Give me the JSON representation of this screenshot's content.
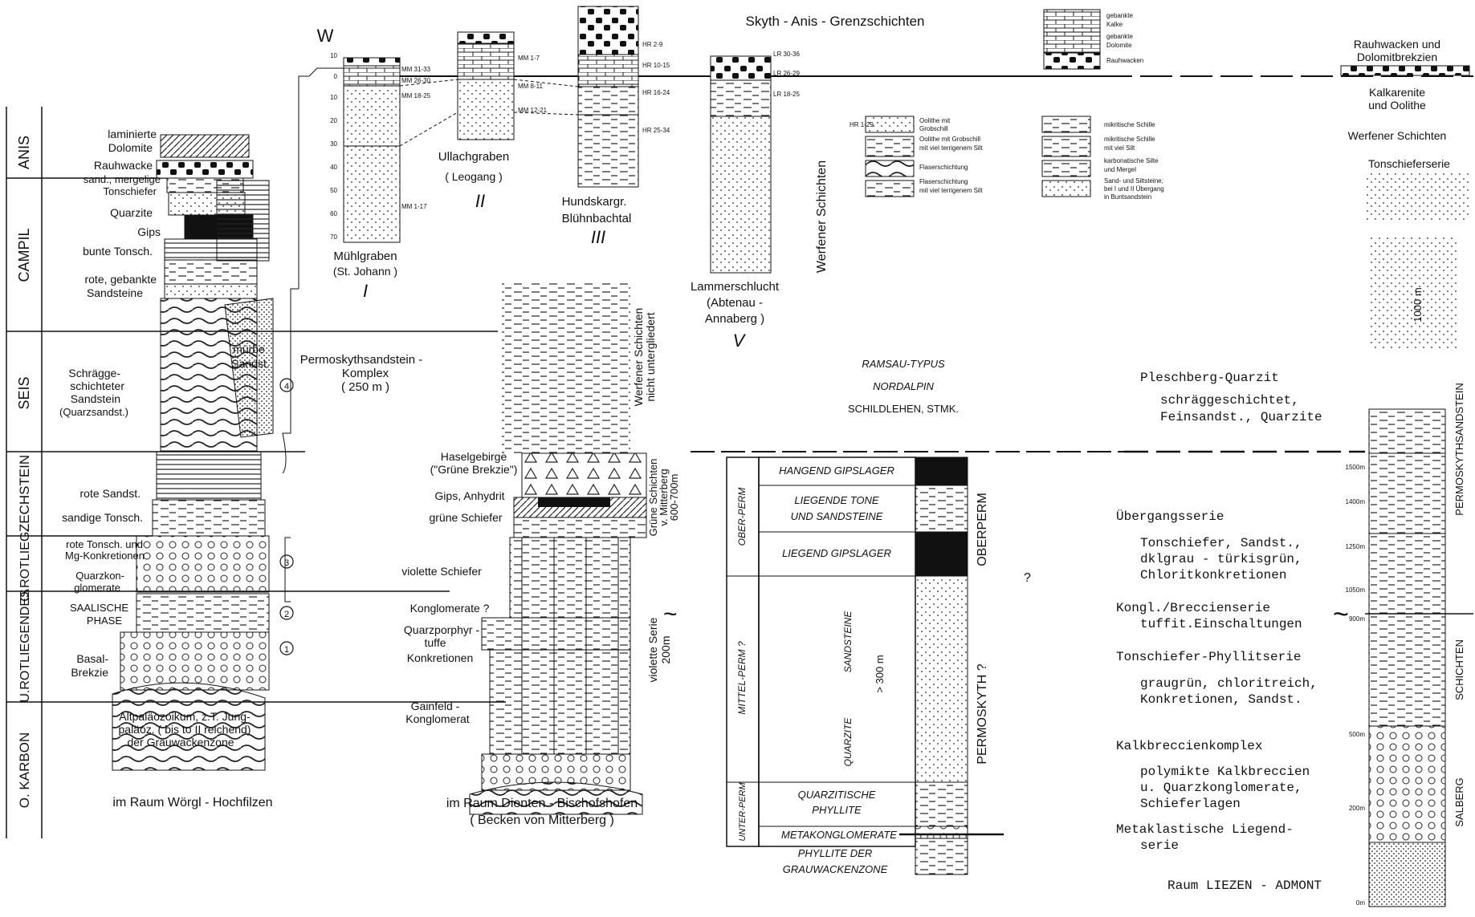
{
  "stages": [
    "ANIS",
    "CAMPIL",
    "SEIS",
    "ZECHSTEIN",
    "O.ROTLIEG.",
    "U.ROTLIEGENDES",
    "O. KARBON"
  ],
  "woergl": {
    "labels": [
      "laminierte",
      "Dolomite",
      "Rauhwacke",
      "sand., mergelige",
      "Tonschiefer",
      "Quarzite",
      "Gips",
      "bunte Tonsch.",
      "rote, gebankte",
      "Sandsteine",
      "Schrägge-",
      "schichteter",
      "Sandstein",
      "(Quarzsandst.)",
      "mürbe",
      "Sandst.",
      "rote Sandst.",
      "sandige Tonsch.",
      "rote Tonsch. und",
      "Mg-Konkretionen",
      "Quarzkon-",
      "glomerate",
      "SAALISCHE",
      "PHASE",
      "Basal-",
      "Brekzie",
      "Altpaläozoikum, z.T. Jung-",
      "paläoz. ( bis to II reichend)",
      "der Grauwackenzone"
    ],
    "caption": "im Raum Wörgl - Hochfilzen",
    "numbers": [
      "4",
      "3",
      "2",
      "1"
    ]
  },
  "middle": {
    "permo_label_1": "Permoskythsandstein -",
    "permo_label_2": "Komplex",
    "permo_label_3": "( 250 m )",
    "labels": [
      "Haselgebirge",
      "(\"Grüne Brekzie\")",
      "Gips, Anhydrit",
      "grüne Schiefer",
      "violette Schiefer",
      "Konglomerate ?",
      "Quarzporphyr -",
      "tuffe",
      "Konkretionen",
      "Gainfeld -",
      "Konglomerat"
    ],
    "side_werfener": [
      "Werfener Schichten",
      "nicht untergliedert"
    ],
    "side_gruene": [
      "Grüne Schichten",
      "v. Mitterberg",
      "600-700m"
    ],
    "side_violette": [
      "violette Serie",
      "200m"
    ],
    "caption_1": "im Raum Dienten - Bischofshofen",
    "caption_2": "( Becken von Mitterberg )"
  },
  "profiles": {
    "header": "Skyth - Anis - Grenzschichten",
    "W": "W",
    "depth_ticks": [
      "10",
      "0",
      "10",
      "20",
      "30",
      "40",
      "50",
      "60",
      "70"
    ],
    "p1": [
      "Mühlgraben",
      "(St. Johann )",
      "I"
    ],
    "p1_samples": [
      "MM 31-33",
      "MM 26-30",
      "MM 18-25",
      "MM 1-17"
    ],
    "p2": [
      "Ullachgraben",
      "( Leogang )",
      "II"
    ],
    "p2_samples": [
      "MM 1-7",
      "MM 8-11",
      "MM 12-21"
    ],
    "p3": [
      "Hundskargr.",
      "Blühnbachtal",
      "III"
    ],
    "p3_samples": [
      "HR 2-9",
      "HR 10-15",
      "HR 16-24",
      "HR 25-34"
    ],
    "p5": [
      "Lammerschlucht",
      "(Abtenau -",
      "Annaberg )",
      "V"
    ],
    "p5_samples": [
      "LR 30-36",
      "LR 26-29",
      "LR 18-25",
      "HR 1-29"
    ],
    "werfener_vertical": "Werfener Schichten"
  },
  "legend": {
    "top": [
      "gebankte",
      "Kalke",
      "gebankte",
      "Dolomite",
      "Rauhwacken"
    ],
    "left": [
      "Oolithe mit",
      "Grobschill",
      "Oolithe mit Grobschill",
      "mit viel terrigenem Silt",
      "Flaserschichtung",
      "Flaserschichtung",
      "mit viel terrigenem Silt"
    ],
    "right": [
      "mikritische Schille",
      "mikritische Schille",
      "mit viel Silt",
      "karbonatische Silte",
      "und Mergel",
      "Sand- und Siltsteine;",
      "bei I und II Übergang",
      "in Buntsandstein"
    ]
  },
  "ramsau": {
    "title": [
      "RAMSAU-TYPUS",
      "NORDALPIN",
      "SCHILDLEHEN, STMK."
    ],
    "periods": [
      "OBER-PERM",
      "MITTEL-PERM ?",
      "UNTER-PERM"
    ],
    "units": [
      "HANGEND GIPSLAGER",
      "LIEGENDE TONE",
      "UND SANDSTEINE",
      "LIEGEND GIPSLAGER",
      "SANDSTEINE",
      "QUARZITE",
      "> 300 m",
      "QUARZITISCHE",
      "PHYLLITE",
      "METAKONGLOMERATE",
      "PHYLLITE DER",
      "GRAUWACKENZONE"
    ],
    "side": [
      "OBERPERM",
      "PERMOSKYTH ?",
      "?"
    ]
  },
  "liezen": {
    "top": [
      "Rauhwacken und",
      "Dolomitbrekzien",
      "Kalkarenite",
      "und Oolithe",
      "Werfener Schichten",
      "Tonschieferserie"
    ],
    "scale_note": "1000 m",
    "descriptions": [
      "Pleschberg-Quarzit",
      "schräggeschichtet,",
      "Feinsandst., Quarzite",
      "Übergangsserie",
      "Tonschiefer, Sandst.,",
      "dklgrau - türkisgrün,",
      "Chloritkonkretionen",
      "Kongl./Breccienserie",
      "tuffit.Einschaltungen",
      "Tonschiefer-Phyllitserie",
      "graugrün, chloritreich,",
      "Konkretionen, Sandst.",
      "Kalkbreccienkomplex",
      "polymikte Kalkbreccien",
      "u. Quarzkonglomerate,",
      "Schieferlagen",
      "Metaklastische Liegend-",
      "serie"
    ],
    "depths": [
      "1500m",
      "1400m",
      "1250m",
      "1050m",
      "900m",
      "500m",
      "200m",
      "0m"
    ],
    "side_labels": [
      "PERMOSKYTHSANDSTEIN",
      "SCHICHTEN",
      "SALBERG"
    ],
    "caption": "Raum   LIEZEN  -  ADMONT"
  }
}
